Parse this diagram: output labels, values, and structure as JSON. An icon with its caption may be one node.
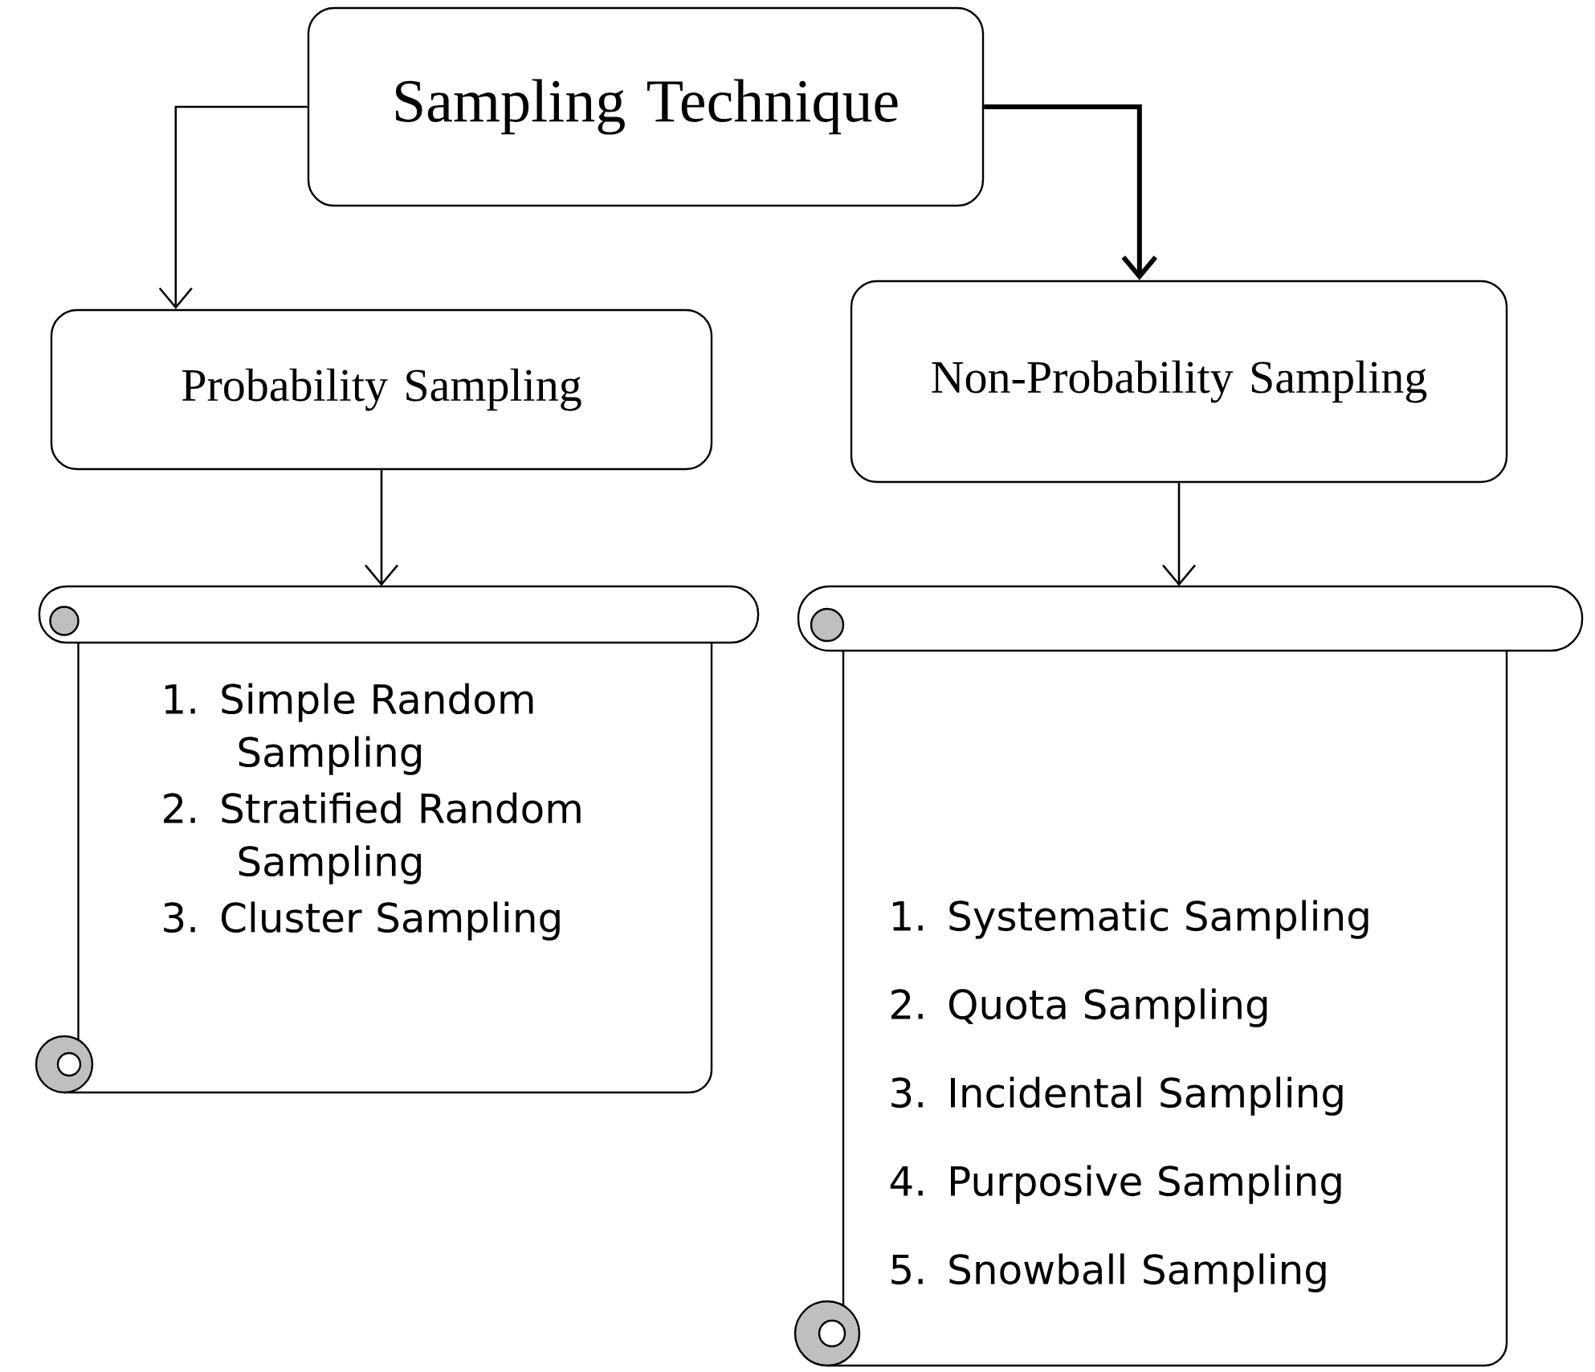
{
  "diagram": {
    "nodes": [
      {
        "text": [
          "Sampling Technique"
        ]
      },
      {
        "text": [
          "Probability Sampling"
        ]
      },
      {
        "text": [
          "Non-Probability Sampling"
        ]
      },
      {
        "text": [
          "1. Simple Random Sampling",
          "2. Stratified Random Sampling",
          "3. Cluster Sampling"
        ]
      },
      {
        "text": [
          "1. Systematic Sampling",
          "2. Quota Sampling",
          "3. Incidental Sampling",
          "4. Purposive Sampling",
          "5. Snowball Sampling"
        ]
      }
    ],
    "edges": [
      {
        "from": 0,
        "to": 1,
        "arrow": "to"
      },
      {
        "from": 0,
        "to": 2,
        "arrow": "to",
        "style": "thick"
      },
      {
        "from": 1,
        "to": 3,
        "arrow": "to"
      },
      {
        "from": 2,
        "to": 4,
        "arrow": "to"
      }
    ]
  }
}
